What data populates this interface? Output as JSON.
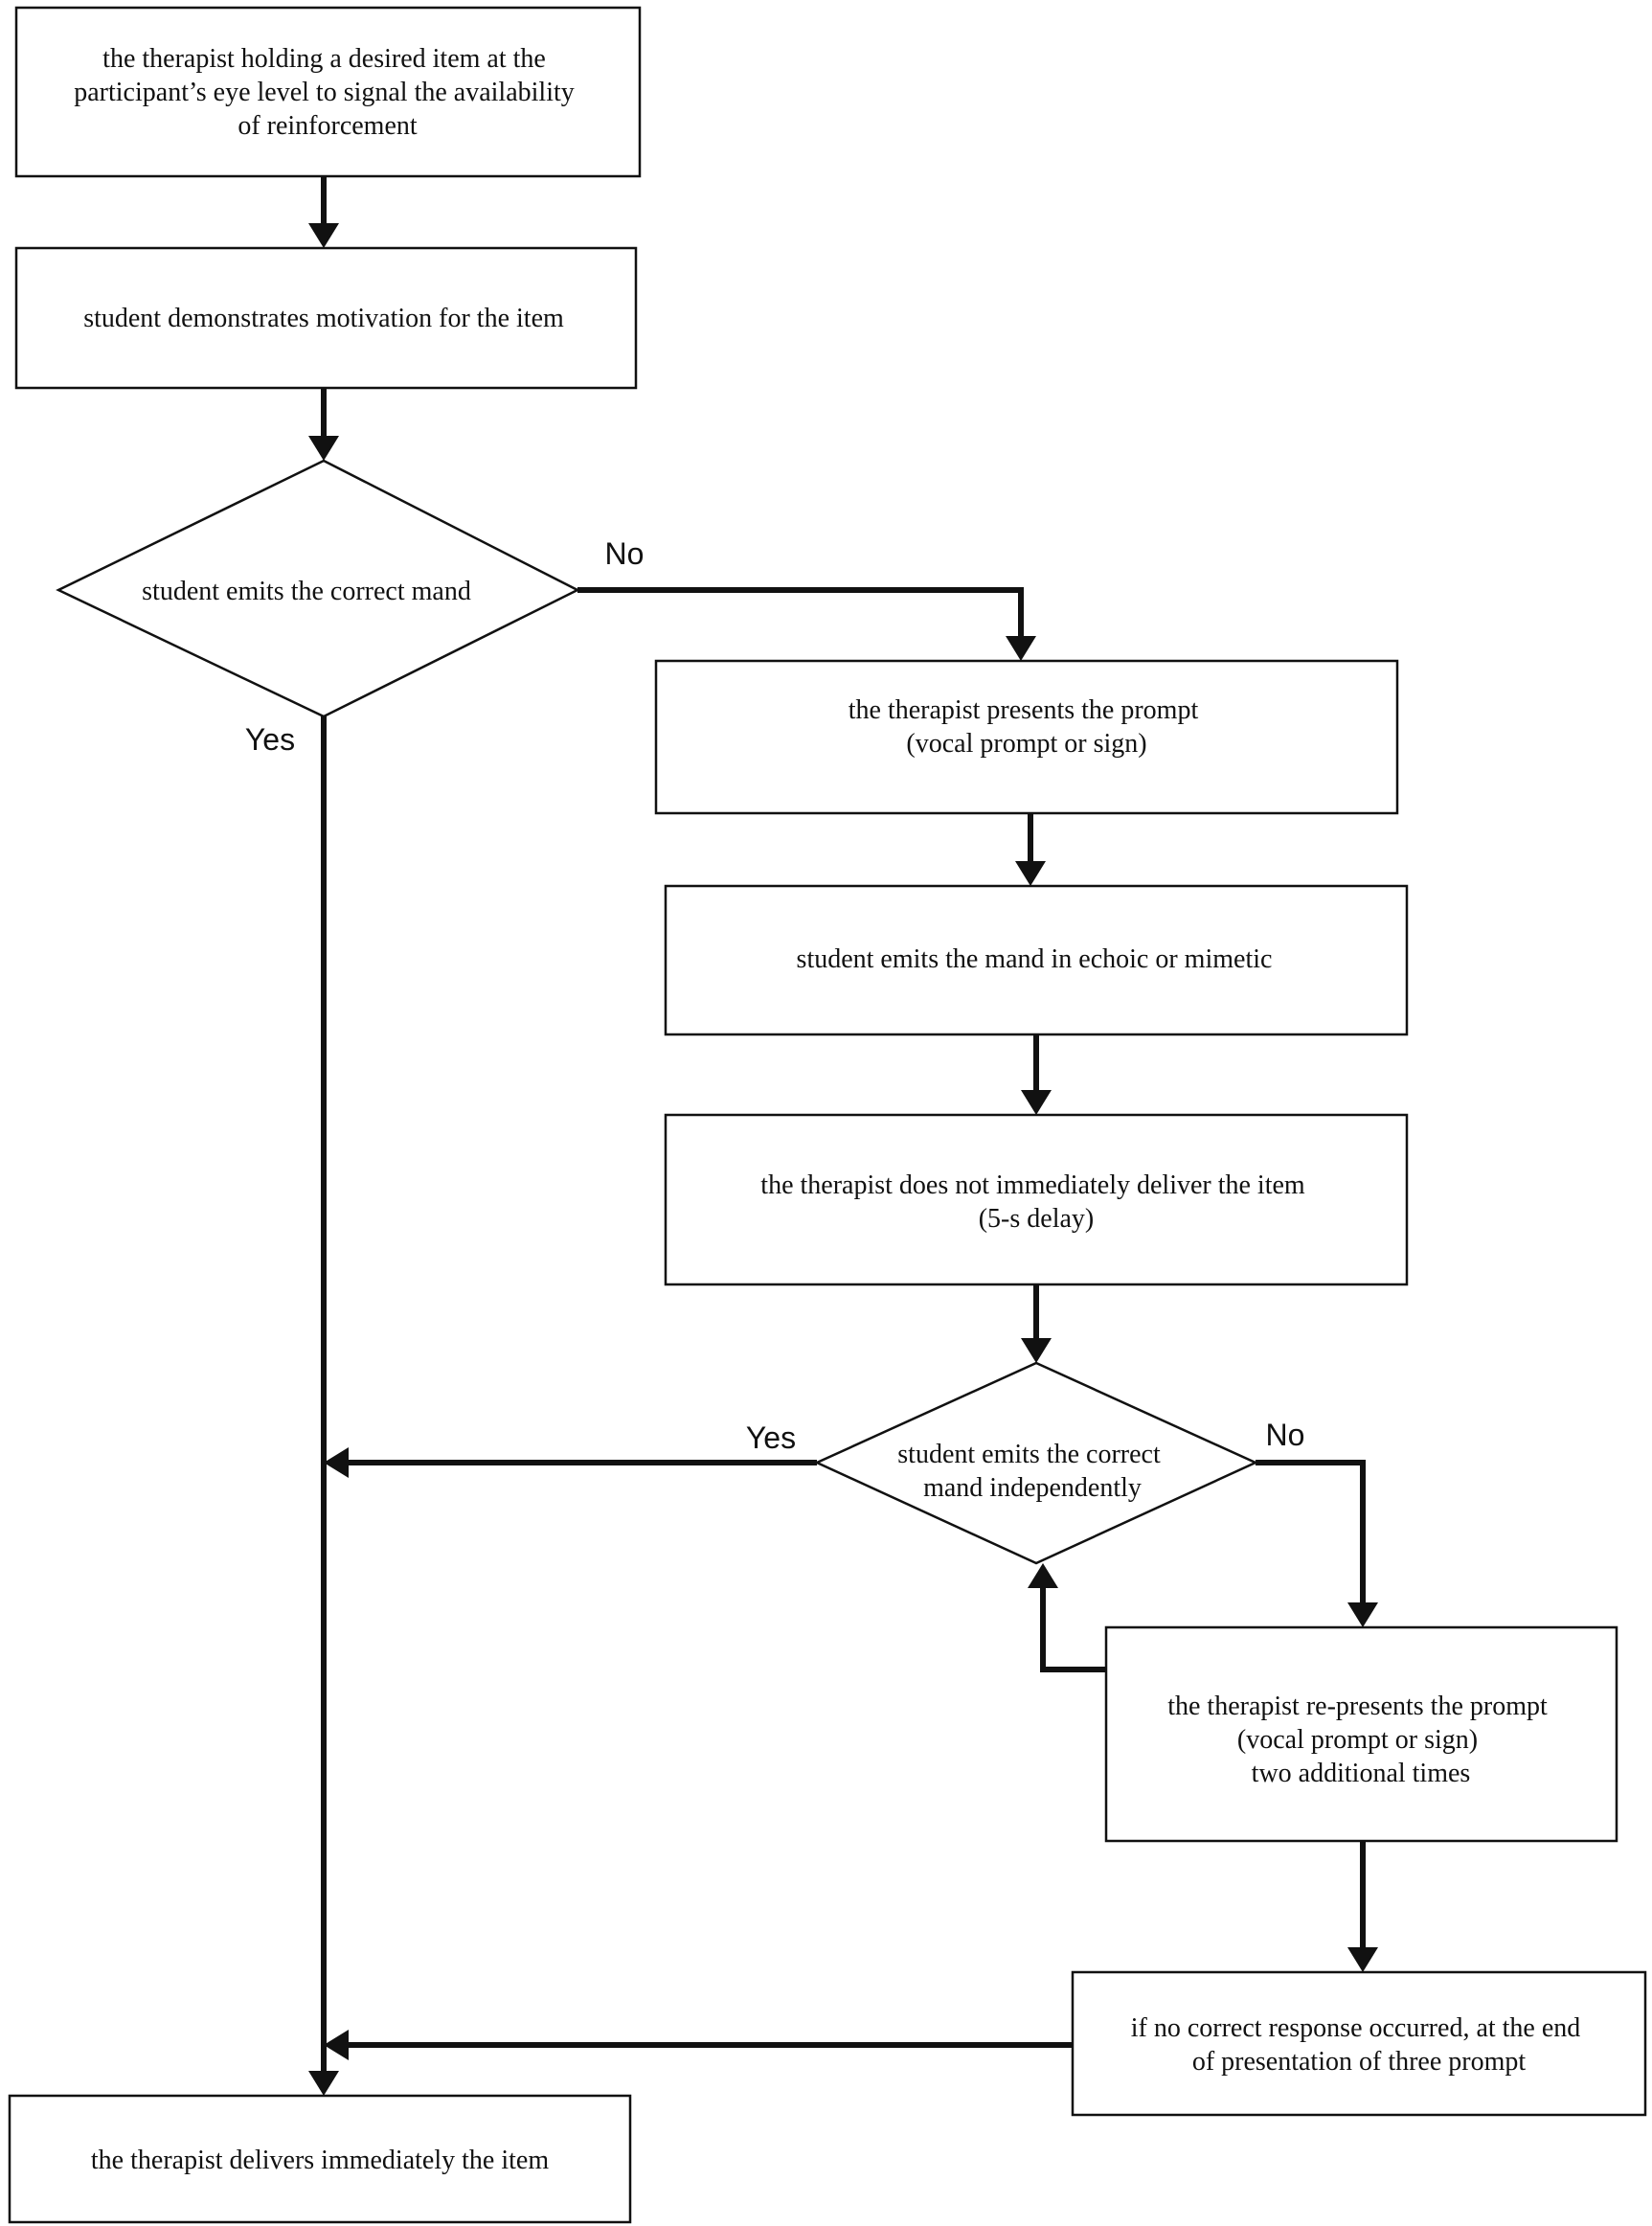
{
  "nodes": {
    "n1": [
      "the therapist holding a desired item at the",
      "participant’s eye level to signal the availability",
      "of reinforcement"
    ],
    "n2": [
      "student demonstrates motivation for the item"
    ],
    "d1": [
      "student emits the correct mand"
    ],
    "n3": [
      "the therapist presents the prompt",
      "(vocal prompt or sign)"
    ],
    "n4": [
      "student emits the mand in echoic or mimetic"
    ],
    "n5": [
      "the therapist does not immediately deliver the item",
      "(5-s delay)"
    ],
    "d2": [
      "student emits the correct",
      "mand independently"
    ],
    "n6": [
      "the therapist re-presents the prompt",
      "(vocal prompt or sign)",
      "two additional times"
    ],
    "n7": [
      "if no correct response occurred, at the end",
      "of presentation of three prompt"
    ],
    "n8": [
      "the therapist delivers immediately the item"
    ]
  },
  "edge_labels": {
    "d1_no": "No",
    "d1_yes": "Yes",
    "d2_yes": "Yes",
    "d2_no": "No"
  }
}
